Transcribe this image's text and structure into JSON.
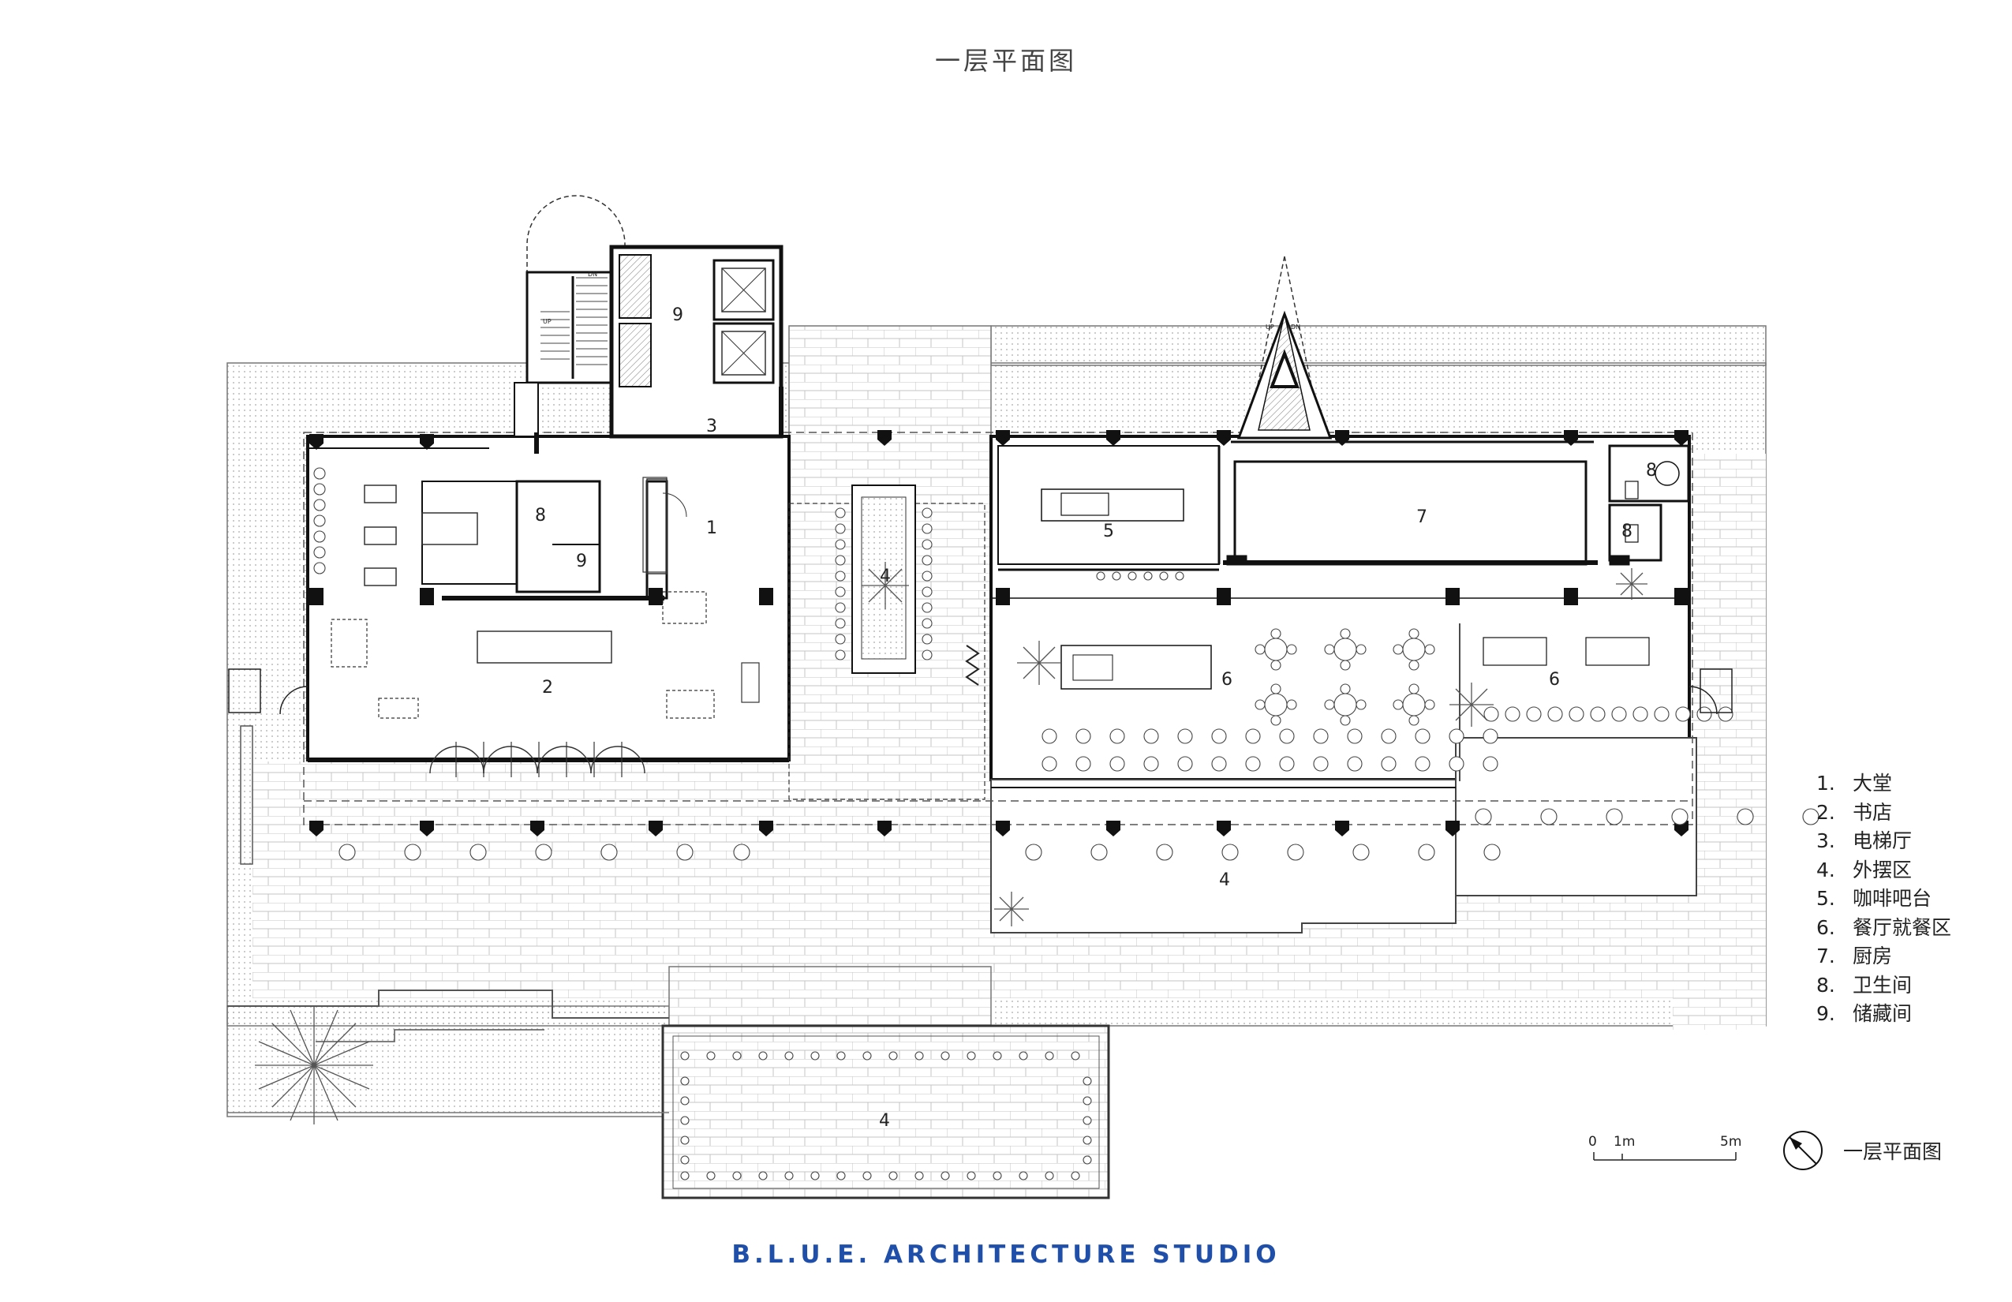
{
  "title": "一层平面图",
  "studio": "B.L.U.E. ARCHITECTURE STUDIO",
  "colors": {
    "studio": "#1f4fa8",
    "wall": "#111111",
    "hatch": "#9a9a9a"
  },
  "rooms": [
    {
      "num": "1",
      "name": "大堂"
    },
    {
      "num": "2",
      "name": "书店"
    },
    {
      "num": "3",
      "name": "电梯厅"
    },
    {
      "num": "4",
      "name": "外摆区"
    },
    {
      "num": "5",
      "name": "咖啡吧台"
    },
    {
      "num": "6",
      "name": "餐厅就餐区"
    },
    {
      "num": "7",
      "name": "厨房"
    },
    {
      "num": "8",
      "name": "卫生间"
    },
    {
      "num": "9",
      "name": "储藏间"
    }
  ],
  "legend": [
    {
      "num": "1.",
      "name": "大堂"
    },
    {
      "num": "2.",
      "name": "书店"
    },
    {
      "num": "3.",
      "name": "电梯厅"
    },
    {
      "num": "4.",
      "name": "外摆区"
    },
    {
      "num": "5.",
      "name": "咖啡吧台"
    },
    {
      "num": "6.",
      "name": "餐厅就餐区"
    },
    {
      "num": "7.",
      "name": "厨房"
    },
    {
      "num": "8.",
      "name": "卫生间"
    },
    {
      "num": "9.",
      "name": "储藏间"
    }
  ],
  "stair_labels": {
    "up": "UP",
    "dn": "DN"
  },
  "scale": {
    "zero": "0",
    "one": "1m",
    "five": "5m"
  },
  "plan_caption": "一层平面图",
  "icons": {
    "north_arrow": "north-arrow-icon"
  }
}
